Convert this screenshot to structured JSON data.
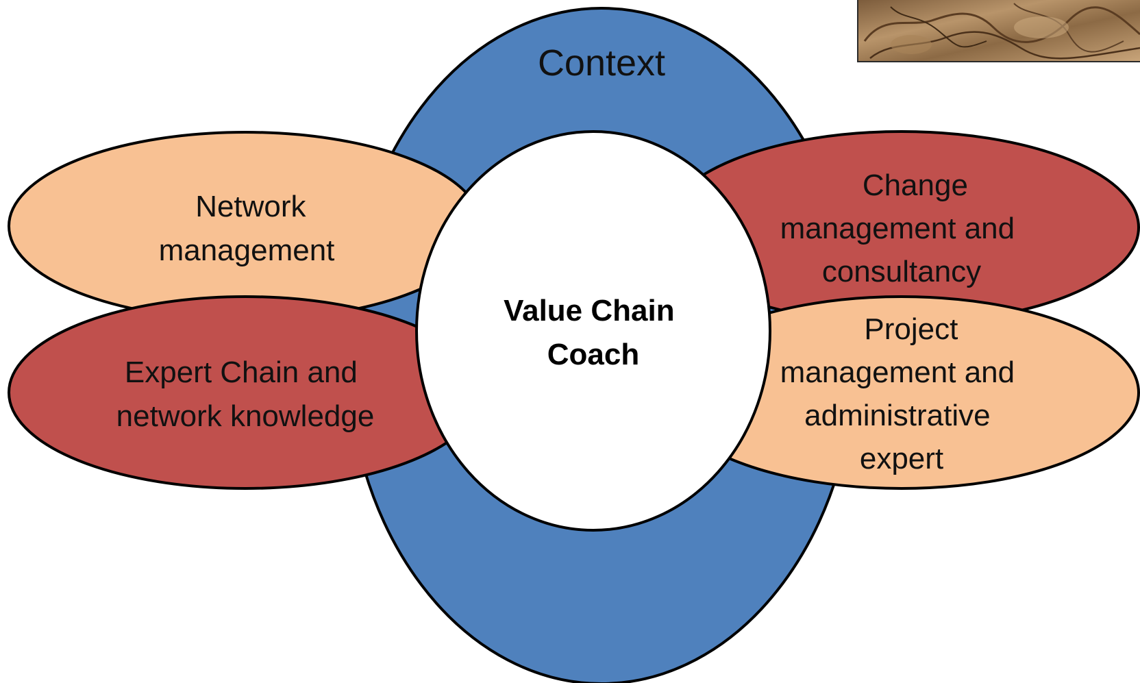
{
  "diagram": {
    "context_label": "Context",
    "center_label": [
      "Value Chain",
      "Coach"
    ],
    "petals": {
      "network": {
        "lines": [
          "Network",
          "management"
        ]
      },
      "change": {
        "lines": [
          "Change",
          "management and",
          "consultancy"
        ]
      },
      "expert": {
        "lines": [
          "Expert Chain and",
          "network knowledge"
        ]
      },
      "project": {
        "lines": [
          "Project",
          "management and",
          "administrative",
          "expert"
        ]
      }
    }
  },
  "colors": {
    "context_ring": "#4F81BD",
    "center_fill": "#FFFFFF",
    "peach": "#F8C193",
    "red": "#C0504D",
    "outline": "#000000",
    "photo_base": "#9C7B55"
  },
  "corner_photo": {
    "icon": "photo-thumbnail-icon"
  }
}
